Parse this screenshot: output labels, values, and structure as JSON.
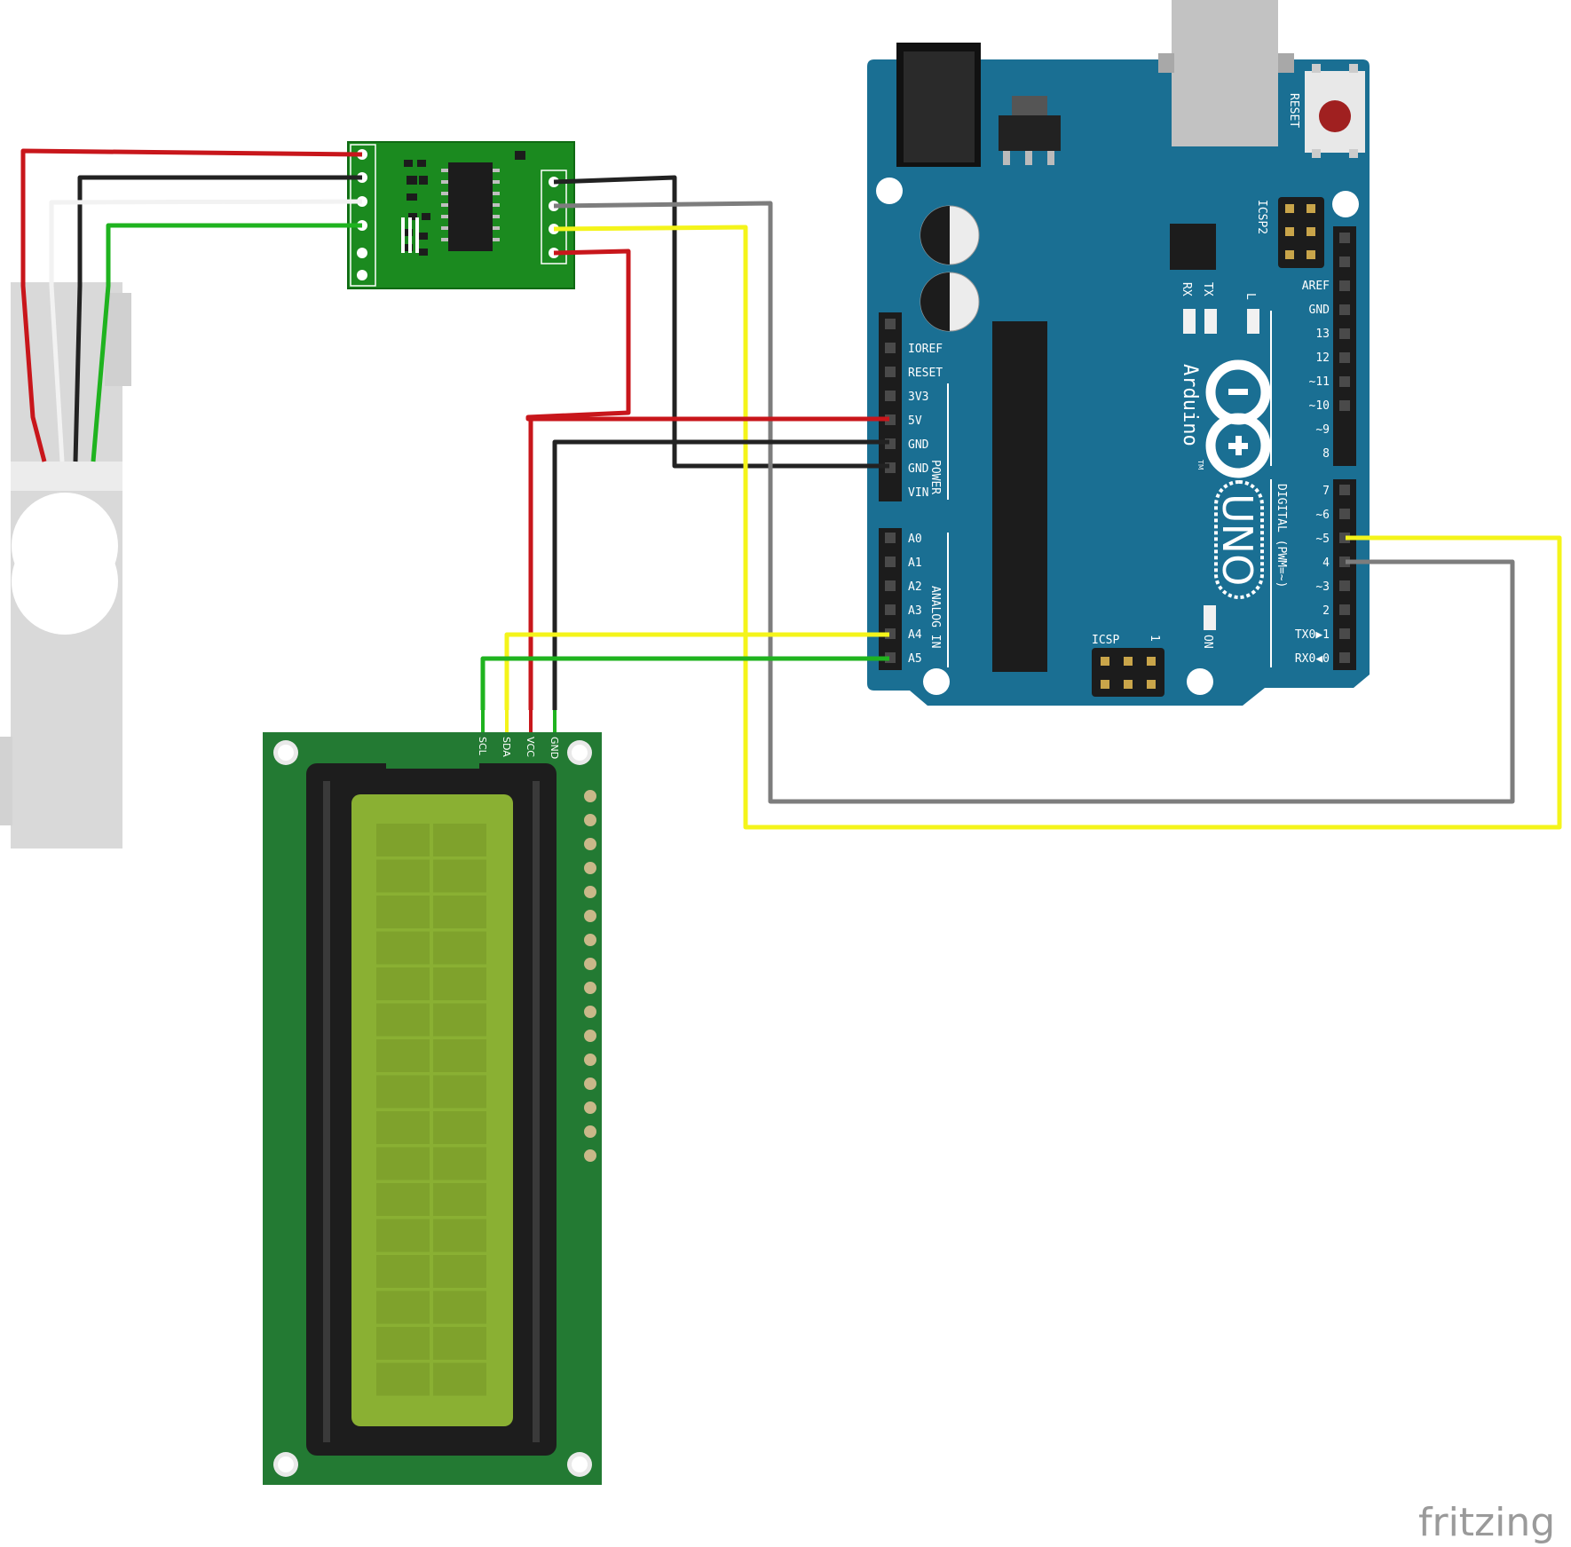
{
  "arduino": {
    "power_labels": [
      "IOREF",
      "RESET",
      "3V3",
      "5V",
      "GND",
      "GND",
      "VIN"
    ],
    "power_header": "POWER",
    "analog_labels": [
      "A0",
      "A1",
      "A2",
      "A3",
      "A4",
      "A5"
    ],
    "analog_header": "ANALOG IN",
    "digital_top_labels": [
      "AREF",
      "GND",
      "13",
      "12",
      "~11",
      "~10",
      "~9",
      "8"
    ],
    "digital_bottom_labels": [
      "7",
      "~6",
      "~5",
      "4",
      "~3",
      "2",
      "TX0▶1",
      "RX0◀0"
    ],
    "digital_header": "DIGITAL (PWM=~)",
    "reset_label": "RESET",
    "icsp2_label": "ICSP2",
    "icsp_label": "ICSP",
    "icsp_pin1": "1",
    "tx_label": "TX",
    "rx_label": "RX",
    "l_label": "L",
    "on_label": "ON",
    "brand": "Arduino",
    "brand_tm": "TM",
    "model": "UNO"
  },
  "lcd": {
    "pins": [
      "SCL",
      "SDA",
      "VCC",
      "GND"
    ]
  },
  "watermark": "fritzing",
  "wire_colors": {
    "red": "#c8161b",
    "black": "#222222",
    "white": "#f2f2f2",
    "green": "#1fb31f",
    "yellow": "#f4f41a",
    "gray": "#7d7d7d"
  },
  "board_colors": {
    "arduino": "#1a6f93",
    "hx711": "#1b8a1f",
    "lcd_pcb": "#237a33",
    "lcd_screen": "#8ab033"
  }
}
